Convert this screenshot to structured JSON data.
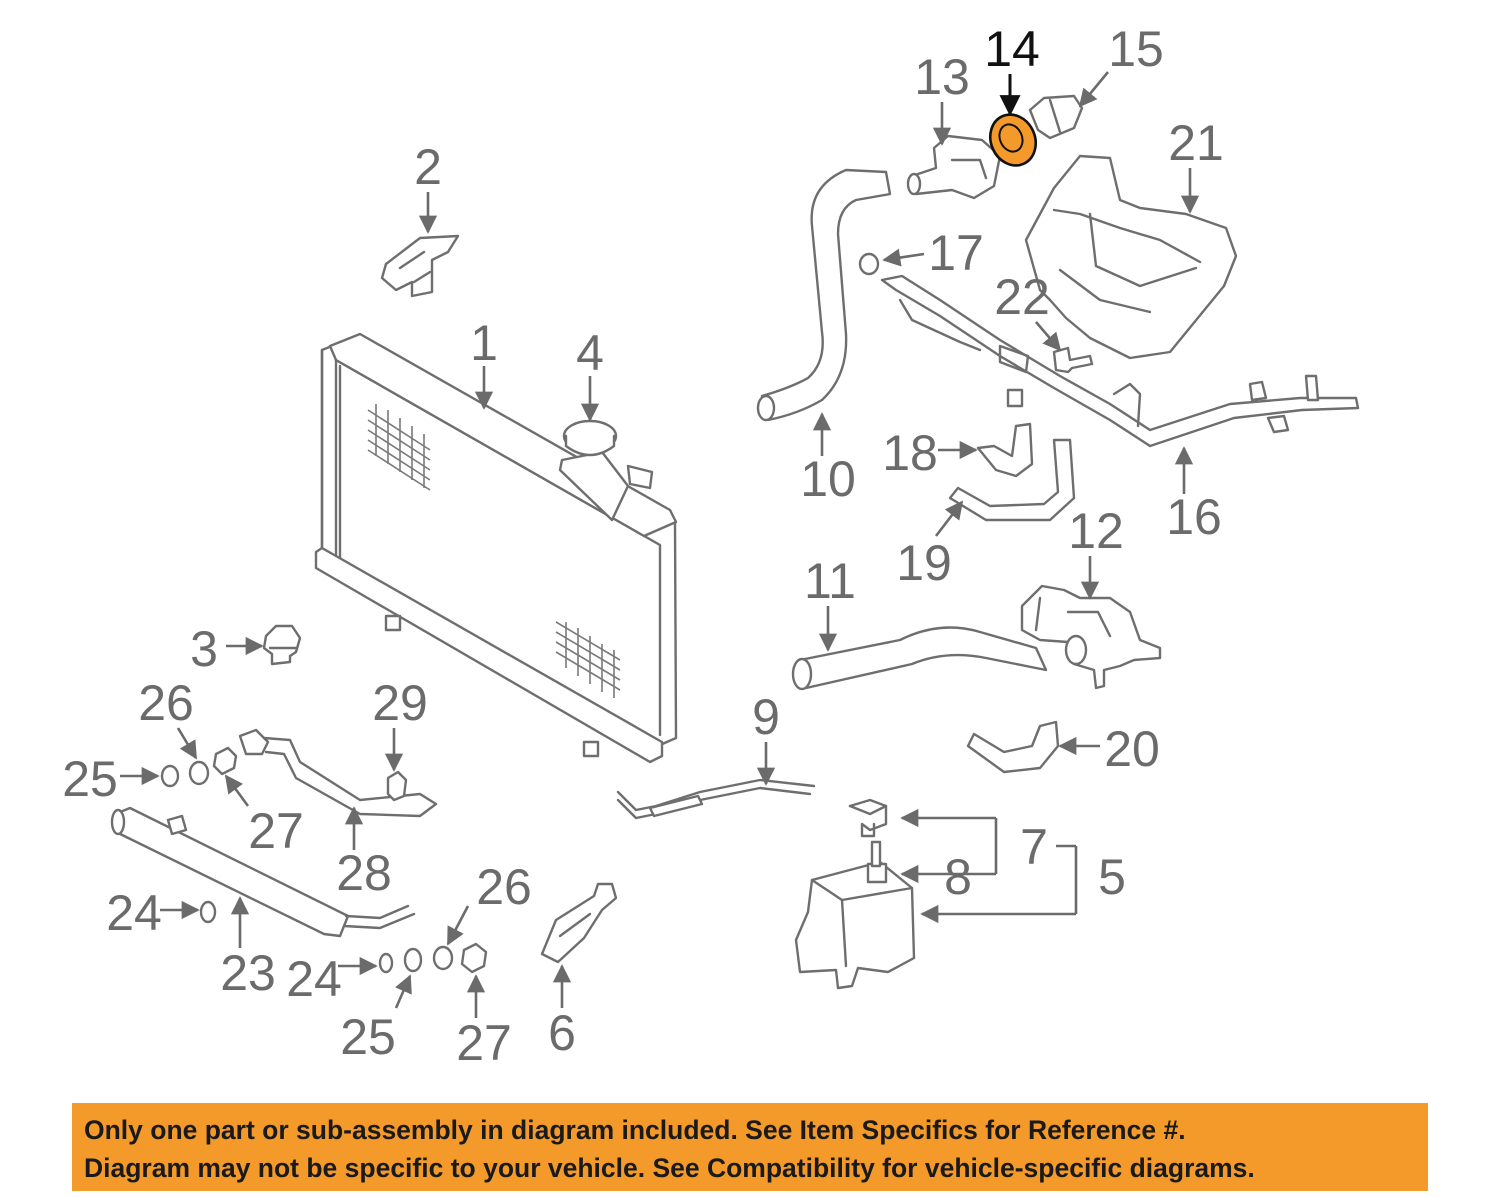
{
  "diagram": {
    "highlight_color": "#f39a2b",
    "callouts": [
      {
        "id": "c1",
        "text": "1"
      },
      {
        "id": "c2",
        "text": "2"
      },
      {
        "id": "c3",
        "text": "3"
      },
      {
        "id": "c4",
        "text": "4"
      },
      {
        "id": "c5",
        "text": "5"
      },
      {
        "id": "c6",
        "text": "6"
      },
      {
        "id": "c7",
        "text": "7"
      },
      {
        "id": "c8",
        "text": "8"
      },
      {
        "id": "c9",
        "text": "9"
      },
      {
        "id": "c10",
        "text": "10"
      },
      {
        "id": "c11",
        "text": "11"
      },
      {
        "id": "c12",
        "text": "12"
      },
      {
        "id": "c13",
        "text": "13"
      },
      {
        "id": "c14",
        "text": "14",
        "highlighted": true
      },
      {
        "id": "c15",
        "text": "15"
      },
      {
        "id": "c16",
        "text": "16"
      },
      {
        "id": "c17",
        "text": "17"
      },
      {
        "id": "c18",
        "text": "18"
      },
      {
        "id": "c19",
        "text": "19"
      },
      {
        "id": "c20",
        "text": "20"
      },
      {
        "id": "c21",
        "text": "21"
      },
      {
        "id": "c22",
        "text": "22"
      },
      {
        "id": "c23",
        "text": "23"
      },
      {
        "id": "c24a",
        "text": "24"
      },
      {
        "id": "c24b",
        "text": "24"
      },
      {
        "id": "c25a",
        "text": "25"
      },
      {
        "id": "c25b",
        "text": "25"
      },
      {
        "id": "c26a",
        "text": "26"
      },
      {
        "id": "c26b",
        "text": "26"
      },
      {
        "id": "c27a",
        "text": "27"
      },
      {
        "id": "c27b",
        "text": "27"
      },
      {
        "id": "c28",
        "text": "28"
      },
      {
        "id": "c29",
        "text": "29"
      }
    ]
  },
  "banner": {
    "background": "#f39a2b",
    "line1": "Only one part or sub-assembly in diagram included. See Item Specifics for Reference #.",
    "line2": "Diagram may not be specific to your vehicle. See Compatibility for vehicle-specific diagrams."
  }
}
